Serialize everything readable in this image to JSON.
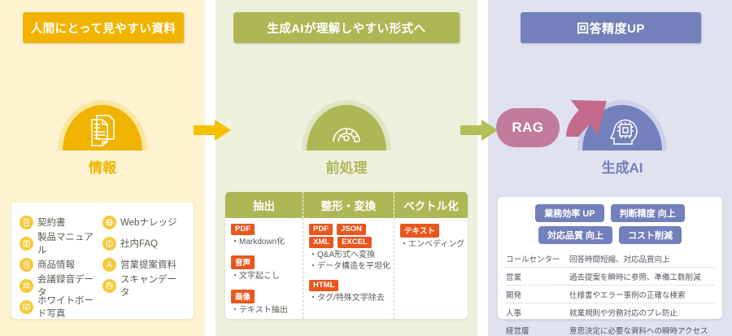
{
  "colors": {
    "yellow_bg": "#fdf3d0",
    "yellow": "#f0b400",
    "green_bg": "#eef0de",
    "green": "#aeb755",
    "blue_bg": "#e0e2ef",
    "blue": "#7380bb",
    "pink": "#c27b9a",
    "orange_tag": "#e8571e"
  },
  "panel1": {
    "header": "人間にとって見やすい資料",
    "icon": "document-icon",
    "label": "情報",
    "items": [
      {
        "icon": "contract-icon",
        "label": "契約書"
      },
      {
        "icon": "web-knowledge-icon",
        "label": "Webナレッジ"
      },
      {
        "icon": "manual-icon",
        "label": "製品マニュアル"
      },
      {
        "icon": "faq-icon",
        "label": "社内FAQ"
      },
      {
        "icon": "product-info-icon",
        "label": "商品情報"
      },
      {
        "icon": "sales-proposal-icon",
        "label": "営業提案資料"
      },
      {
        "icon": "meeting-audio-icon",
        "label": "会議録音データ"
      },
      {
        "icon": "scan-data-icon",
        "label": "スキャンデータ"
      },
      {
        "icon": "whiteboard-photo-icon",
        "label": "ホワイトボード写真"
      }
    ]
  },
  "panel2": {
    "header": "生成AIが理解しやすい形式へ",
    "icon": "gauge-icon",
    "label": "前処理",
    "table": {
      "columns": [
        "抽出",
        "整形・変換",
        "ベクトル化"
      ],
      "col1": [
        {
          "tags": [
            "PDF"
          ],
          "bullets": [
            "・Markdown化"
          ]
        },
        {
          "tags": [
            "音声"
          ],
          "bullets": [
            "・文字起こし"
          ]
        },
        {
          "tags": [
            "画像"
          ],
          "bullets": [
            "・テキスト抽出"
          ]
        }
      ],
      "col2": [
        {
          "tags": [
            "PDF",
            "JSON"
          ],
          "tags2": [
            "XML",
            "EXCEL"
          ],
          "bullets": [
            "・Q&A形式へ変換",
            "・データ構造を平坦化"
          ]
        },
        {
          "tags": [
            "HTML"
          ],
          "bullets": [
            "・タグ/特殊文字除去"
          ]
        }
      ],
      "col3": [
        {
          "tags": [
            "テキスト"
          ],
          "bullets": [
            "・エンベディング"
          ]
        }
      ]
    }
  },
  "panel3": {
    "header": "回答精度UP",
    "rag_label": "RAG",
    "icon": "ai-head-chip-icon",
    "label": "生成AI",
    "badges": [
      "業務効率 UP",
      "判断精度 向上",
      "対応品質 向上",
      "コスト削減"
    ],
    "rows": [
      {
        "key": "コールセンター",
        "value": "回答時間短縮、対応品質向上"
      },
      {
        "key": "営業",
        "value": "過去提案を瞬時に参照、準備工数削減"
      },
      {
        "key": "開発",
        "value": "仕様書やエラー事例の正確な検索"
      },
      {
        "key": "人事",
        "value": "就業規則や労務対応のブレ防止"
      },
      {
        "key": "経営層",
        "value": "意思決定に必要な資料への瞬時アクセス"
      }
    ]
  },
  "arrows": {
    "arrow1": "arrow-right-yellow",
    "arrow2": "arrow-right-green",
    "arrow3": "curved-arrow-up-pink"
  }
}
